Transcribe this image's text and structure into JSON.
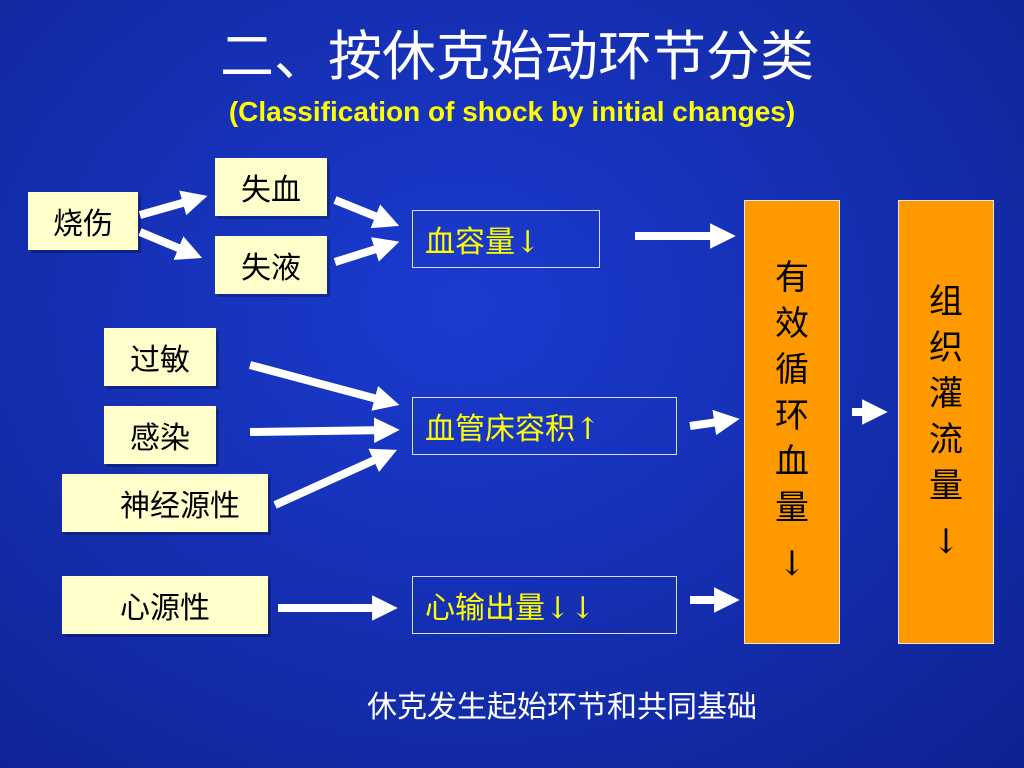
{
  "title": "二、按休克始动环节分类",
  "subtitle": "(Classification of shock by initial changes)",
  "causes": {
    "burn": "烧伤",
    "blood_loss": "失血",
    "fluid_loss": "失液",
    "allergy": "过敏",
    "infection": "感染",
    "neurogenic": "神经源性",
    "cardiogenic": "心源性"
  },
  "mechanisms": {
    "blood_volume": "血容量↓",
    "vascular_capacity": "血管床容积↑",
    "cardiac_output": "心输出量↓↓"
  },
  "outcomes": {
    "effective_circulation": [
      "有",
      "效",
      "循",
      "环",
      "血",
      "量",
      "↓"
    ],
    "tissue_perfusion": [
      "组",
      "织",
      "灌",
      "流",
      "量",
      "↓"
    ]
  },
  "footer": "休克发生起始环节和共同基础",
  "colors": {
    "background": "#1530b4",
    "title": "#ffffff",
    "subtitle": "#ffff00",
    "cause_box": "#ffffcc",
    "mechanism_text": "#ffff00",
    "outcome_box": "#ff9900",
    "arrow": "#ffffff"
  }
}
